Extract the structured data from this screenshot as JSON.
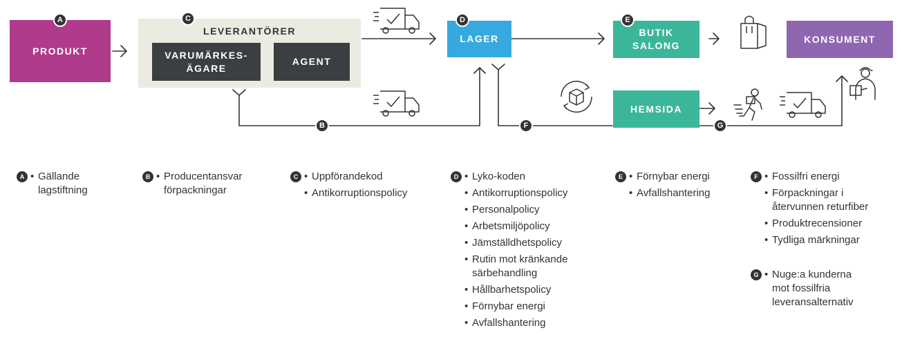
{
  "nodes": {
    "produkt": "PRODUKT",
    "leverantorer": "LEVERANTÖRER",
    "varumarkesagare": "VARUMÄRKES-\nÄGARE",
    "agent": "AGENT",
    "lager": "LAGER",
    "butik": "BUTIK\nSALONG",
    "konsument": "KONSUMENT",
    "hemsida": "HEMSIDA"
  },
  "badges": {
    "a": "A",
    "b": "B",
    "c": "C",
    "d": "D",
    "e": "E",
    "f": "F",
    "g": "G"
  },
  "colors": {
    "produkt": "#b03a8c",
    "leverantorer_bg": "#ecebe1",
    "dark_box": "#3c3f41",
    "lager": "#36a9e1",
    "green": "#3cb69a",
    "konsument": "#8f67b0",
    "badge": "#333333"
  },
  "icons": [
    "delivery-truck-icon",
    "shopping-bag-icon",
    "package-rotate-icon",
    "courier-runner-icon",
    "delivery-person-icon"
  ],
  "legend": {
    "a": {
      "badge": "A",
      "items": [
        "Gällande\nlagstiftning"
      ]
    },
    "b": {
      "badge": "B",
      "items": [
        "Producentansvar\nförpackningar"
      ]
    },
    "c": {
      "badge": "C",
      "items": [
        "Uppförandekod",
        "Antikorruptionspolicy"
      ]
    },
    "d": {
      "badge": "D",
      "items": [
        "Lyko-koden",
        "Antikorruptionspolicy",
        "Personalpolicy",
        "Arbetsmiljöpolicy",
        "Jämställdhetspolicy",
        "Rutin mot kränkande\nsärbehandling",
        "Hållbarhetspolicy",
        "Förnybar energi",
        "Avfallshantering"
      ]
    },
    "e": {
      "badge": "E",
      "items": [
        "Förnybar energi",
        "Avfallshantering"
      ]
    },
    "f": {
      "badge": "F",
      "items": [
        "Fossilfri energi",
        "Förpackningar i\nåtervunnen returfiber",
        "Produktrecensioner",
        "Tydliga märkningar"
      ]
    },
    "g": {
      "badge": "G",
      "items": [
        "Nuge:a kunderna\nmot fossilfria\nleveransalternativ"
      ]
    }
  }
}
